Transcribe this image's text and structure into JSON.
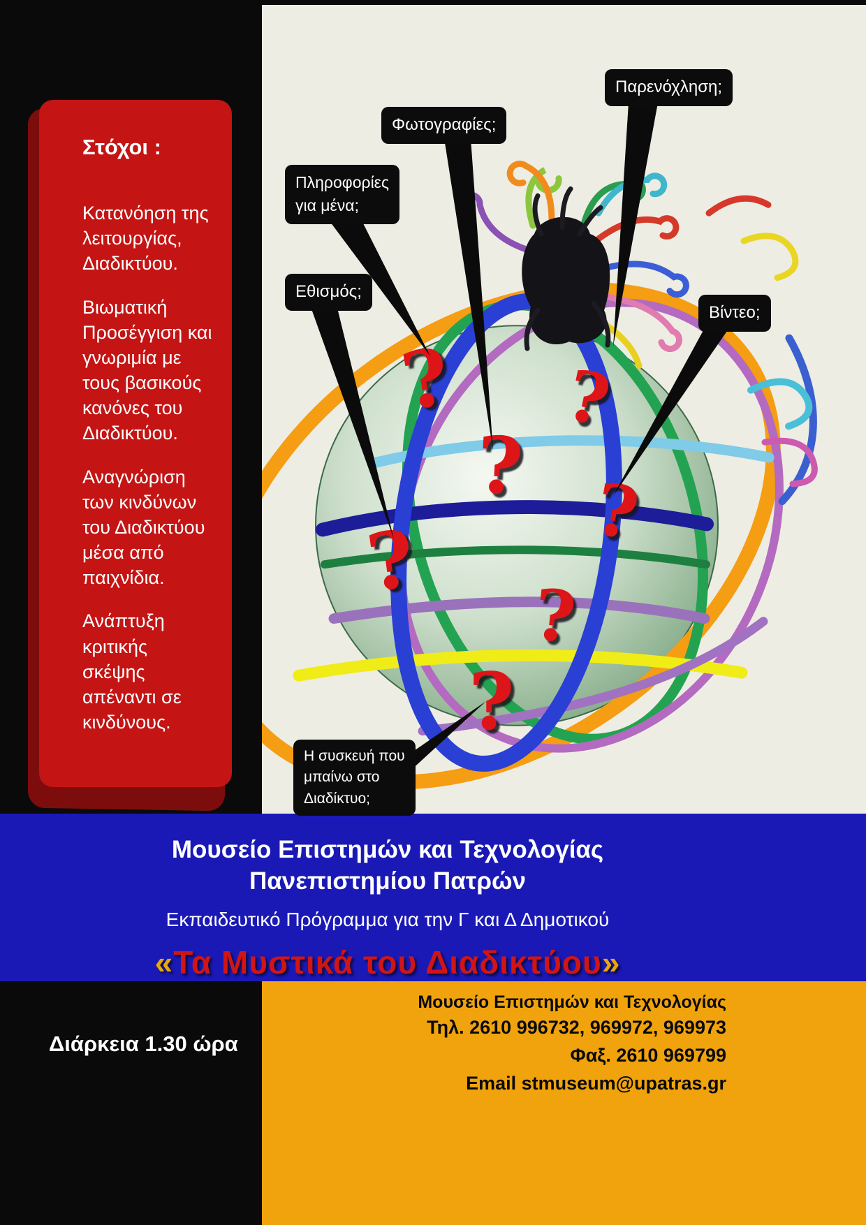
{
  "poster": {
    "goals": {
      "title": "Στόχοι :",
      "items": [
        "Κατανόηση της λειτουργίας, Διαδικτύου.",
        "Βιωματική Προσέγγιση και γνωριμία με τους βασικούς κανόνες του Διαδικτύου.",
        "Αναγνώριση των κινδύνων του Διαδικτύου μέσα από παιχνίδια.",
        "Ανάπτυξη κριτικής σκέψης απέναντι σε κινδύνους."
      ]
    },
    "qmark": "?",
    "bubbles": {
      "harassment": "Παρενόχληση;",
      "photos": "Φωτογραφίες;",
      "info_lines": [
        "Πληροφορίες",
        "για μένα;"
      ],
      "addiction": "Εθισμός;",
      "video": "Βίντεο;",
      "device_lines": [
        "Η συσκευή που",
        "μπαίνω  στο",
        "Διαδίκτυο;"
      ]
    },
    "banner": {
      "museum_line1": "Μουσείο  Επιστημών και Τεχνολογίας",
      "museum_line2": "Πανεπιστημίου Πατρών",
      "program": "Εκπαιδευτικό Πρόγραμμα για την Γ και Δ Δημοτικού",
      "quote_open": "«",
      "title_text": "Τα Μυστικά του Διαδικτύου",
      "quote_close": "»"
    },
    "footer": {
      "duration": "Διάρκεια  1.30 ώρα",
      "museum": "Μουσείο Επιστημών και Τεχνολογίας",
      "phone": "Τηλ. 2610 996732, 969972, 969973",
      "fax": "Φαξ. 2610 969799",
      "email": "Email stmuseum@upatras.gr"
    },
    "colors": {
      "black": "#0b0a0a",
      "panel_red": "#c41414",
      "cream": "#eeede3",
      "banner_blue": "#1a19b6",
      "title_red": "#d11515",
      "quote_gold": "#e8a70a",
      "footer_orange": "#f0a30c",
      "question_red": "#dd1518"
    }
  }
}
